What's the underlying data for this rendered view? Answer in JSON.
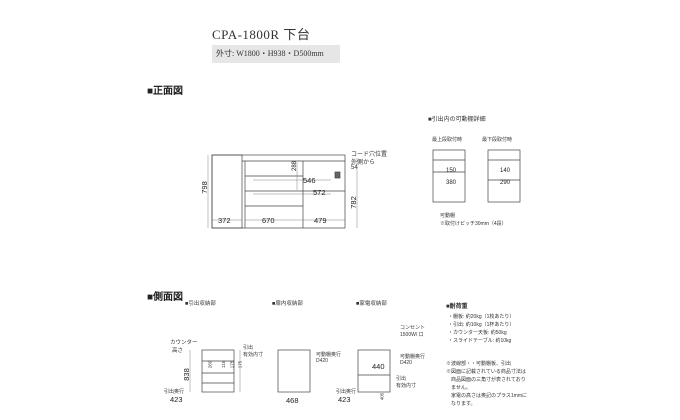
{
  "header": {
    "model": "CPA-1800R  下台",
    "dimensions": "外寸: W1800・H938・D500mm"
  },
  "front_view": {
    "heading": "■正面図",
    "cord_label": "コード穴位置",
    "cord_sub": "外側から",
    "cord_value": "54",
    "d546": "546",
    "d572": "572",
    "d372": "372",
    "d670": "670",
    "d479": "479",
    "d288": "288",
    "d798": "798",
    "d782": "782"
  },
  "drawer_detail": {
    "heading": "■引出内の可動棚詳細",
    "top_label": "最上段取付時",
    "bottom_label": "最下段取付時",
    "v150": "150",
    "v380": "380",
    "v140": "140",
    "v290": "290",
    "note1": "可動棚",
    "note2": "※取付けピッチ30mm（4段）"
  },
  "side_view": {
    "heading": "■側面図",
    "col1": "■引出収納部",
    "col2": "■扉内収納部",
    "col3": "■家電収納部",
    "counter_label": "カウンター",
    "counter_sub": "高さ",
    "d838": "838",
    "d423a": "423",
    "d468": "468",
    "d423b": "423",
    "d440": "440",
    "pull_label": "引出",
    "pull_sub": "有効内寸",
    "pull_depth": "引出奥行",
    "shelf_label": "可動棚奥行",
    "shelf_value": "D420",
    "outlet_label": "コンセント",
    "outlet_sub": "1500W/ 口",
    "shelf2_label": "可動棚奥行",
    "shelf2_value": "D420",
    "pull2_label": "引出",
    "pull2_sub": "有効内寸",
    "pull_depth2": "引出奥行",
    "v260": "260",
    "v115": "115",
    "v175": "175",
    "v175b": "175",
    "v405": "405"
  },
  "load_info": {
    "heading": "■耐荷重",
    "items": [
      "・棚板: 約20kg（1枚あたり）",
      "・引出: 約10kg（1杯あたり）",
      "・カウンター天板: 約50kg",
      "・スライドテーブル: 約10kg"
    ],
    "notes": [
      "※波線部・・可動棚板、引出",
      "※図面に記載されている商品寸法は",
      "　商品図面の三角寸が表されており",
      "　ません。",
      "　家電の高さは奥記のプラス1mmに",
      "　なります。"
    ]
  }
}
